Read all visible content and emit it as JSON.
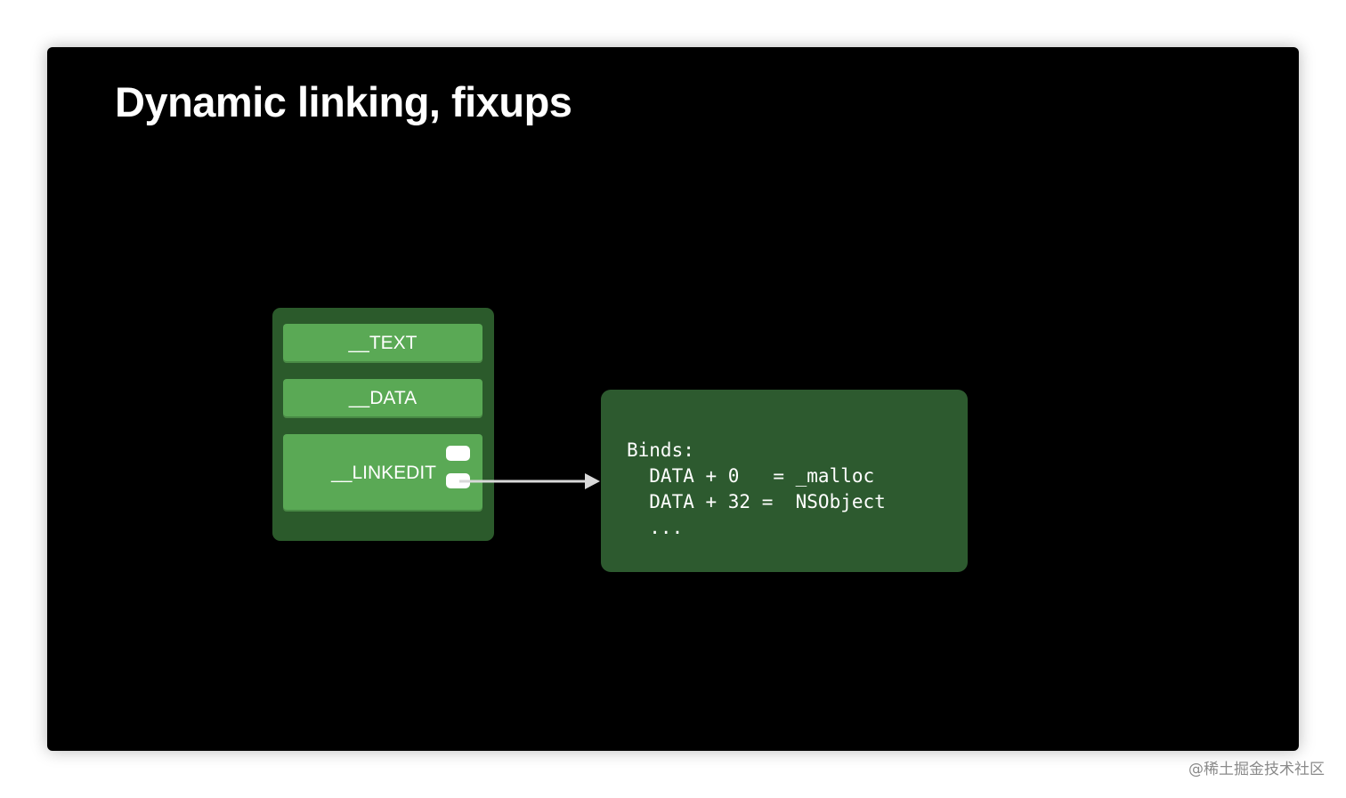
{
  "slide": {
    "title": "Dynamic linking, fixups"
  },
  "binary": {
    "segments": [
      {
        "label": "__TEXT"
      },
      {
        "label": "__DATA"
      },
      {
        "label": "__LINKEDIT"
      }
    ]
  },
  "binds": {
    "lines": [
      "Binds:",
      "  DATA + 0   = _malloc",
      "  DATA + 32 =  NSObject",
      "  ..."
    ]
  },
  "watermark": {
    "text": "@稀土掘金技术社区"
  },
  "colors": {
    "slide_background": "#000000",
    "binary_container": "#2b5a2b",
    "segment": "#5aa955",
    "binds_box": "#2d5a2f",
    "arrow": "#d9d9d9",
    "text": "#ffffff"
  }
}
